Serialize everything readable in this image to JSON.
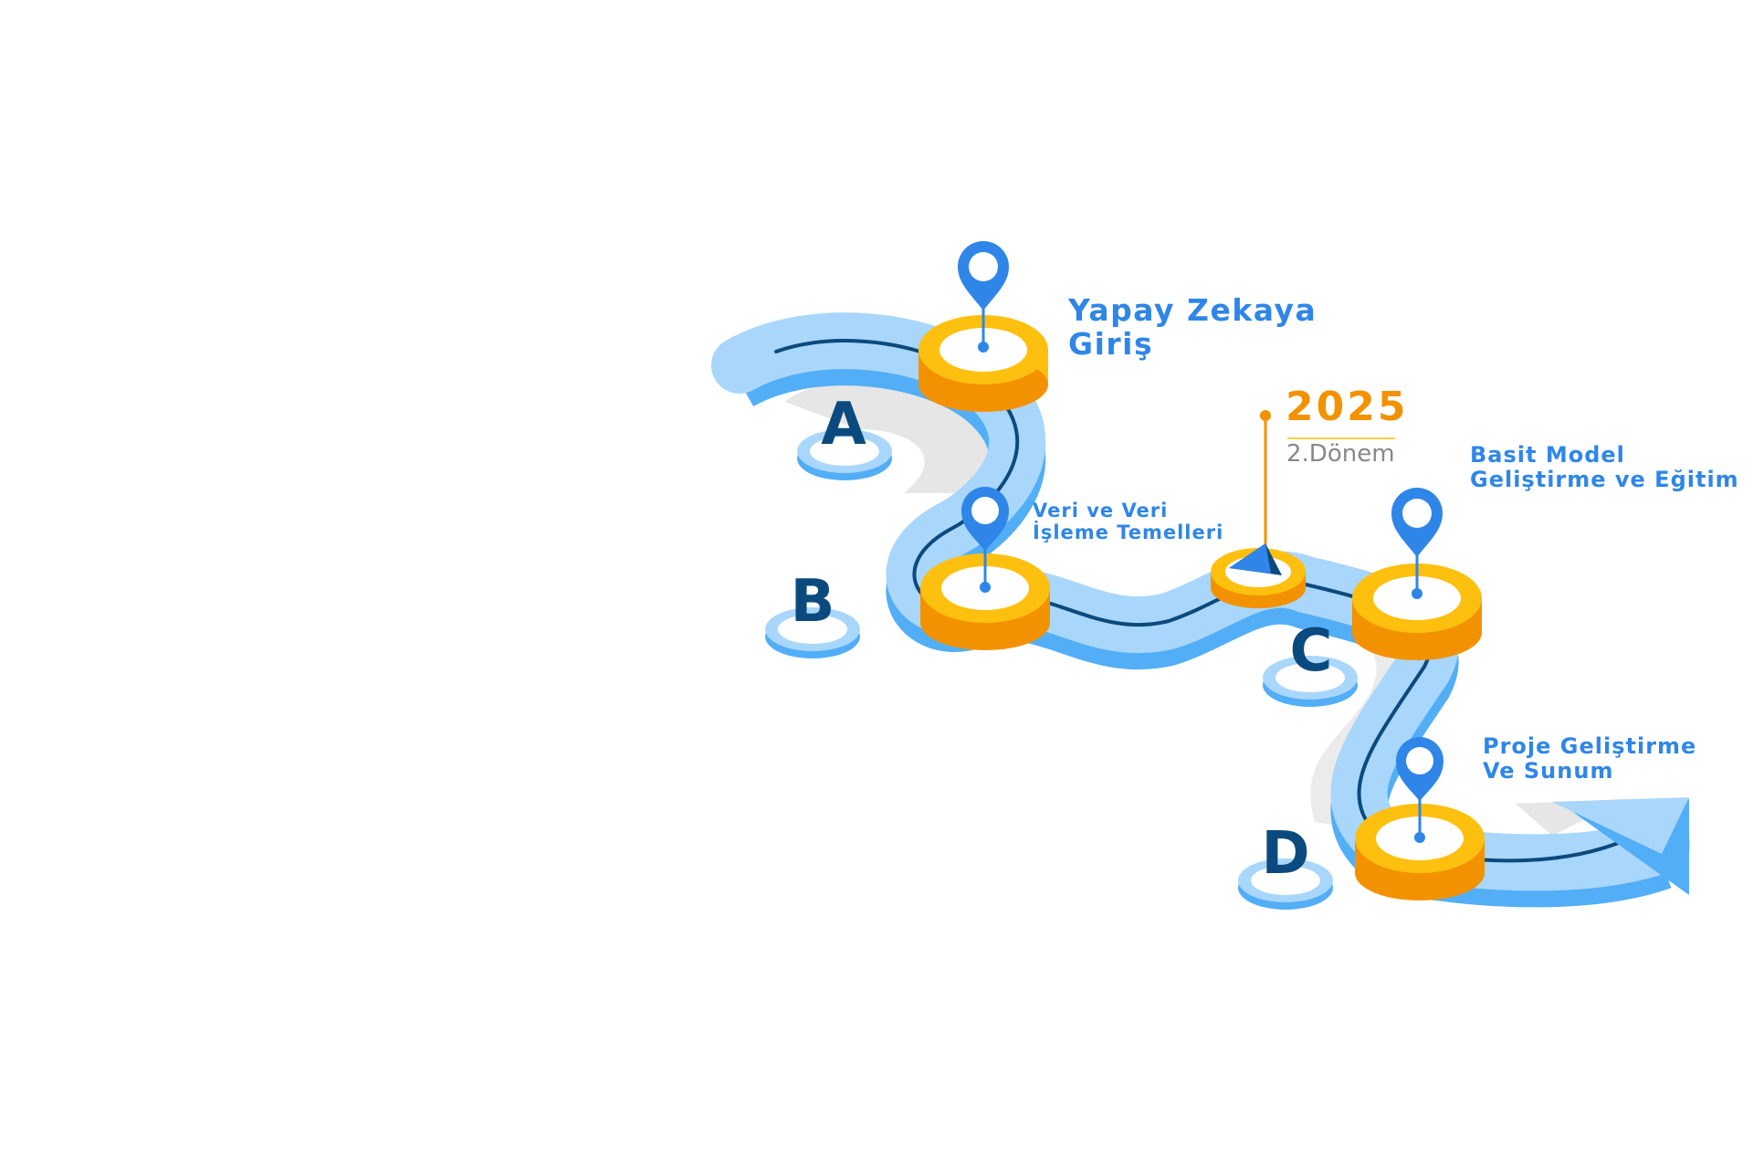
{
  "steps": [
    {
      "letter": "A",
      "title_lines": [
        "Yapay Zekaya",
        "Giriş"
      ]
    },
    {
      "letter": "B",
      "title_lines": [
        "Veri ve Veri",
        "İşleme Temelleri"
      ]
    },
    {
      "letter": "C",
      "title_lines": [
        "Basit Model",
        "Geliştirme ve Eğitim"
      ]
    },
    {
      "letter": "D",
      "title_lines": [
        "Proje Geliştirme",
        "Ve Sunum"
      ]
    }
  ],
  "milestone": {
    "year": "2025",
    "period": "2.Dönem"
  },
  "colors": {
    "road_top": "#a9d6fb",
    "road_side": "#52aef6",
    "road_line": "#0b4a7e",
    "disc_top": "#fec00f",
    "disc_side": "#f39200",
    "pin": "#2f86e8",
    "letter": "#0b4a7e",
    "title": "#2f86e8",
    "year": "#f39200",
    "period": "#888888"
  },
  "icons": [
    "map-pin-icon",
    "flag-icon",
    "arrow-right-icon"
  ]
}
